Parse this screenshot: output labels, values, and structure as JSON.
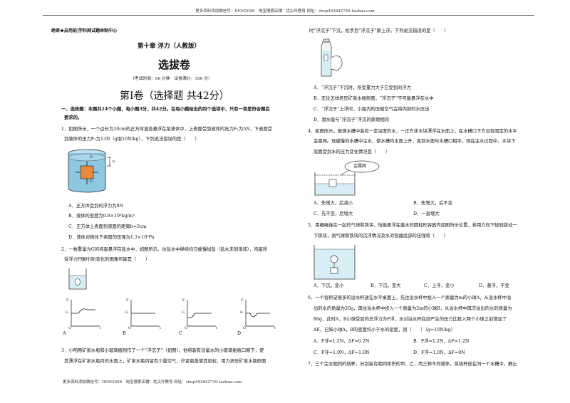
{
  "header": "更多资料添加微信号：DEM2008　淘宝搜索店铺：优尖升教育 网址：shop492842749.taobao.com",
  "footer": "更多资料添加微信号：DEM2008　淘宝搜索店铺：优尖升教育 网址：shop492842749.taobao.com",
  "left": {
    "secret": "绝密★启用前|学科网试题命制中心",
    "chapter": "第十章 浮力（人教版）",
    "paper_title": "选拔卷",
    "meta": "（考试时间：60 分钟　试卷满分：100 分）",
    "section": "第Ⅰ卷（选择题 共42分）",
    "instr1": "一、选择题：本题共14个小题，每小题3分，共42分。在每小题给出的四个选项中，只有一项是符合题目",
    "instr2": "要求的。",
    "q1_1": "1．如图所示，一个边长为10cm的正方体竖直悬浮在某液体中，上表面受到液体的压力F₁为5N，下表面受",
    "q1_2": "到液体的压力F₂为13N（g取10N/kg），下列说法错误的是（　　）",
    "q1_a": "A．正方体受到的浮力为8N",
    "q1_b": "B．液体的密度为0.8×10³kg/m³",
    "q1_c": "C．正方体上表面到液面的距离h=5cm",
    "q1_d": "D．液体对物体下表面的压强为1.3×10³Pa",
    "q2_1": "2．一枚重量为G的鸡蛋悬浮在盐水中，如图所示。往盐水中继续均匀缓慢加盐（盐水未到饱和），鸡蛋所",
    "q2_2": "受浮力F随时间t变化的图像可能是（　　）",
    "q2_opts": [
      "A",
      "B",
      "C",
      "D"
    ],
    "axis_f": "F",
    "axis_g": "G",
    "axis_o": "O",
    "axis_t": "t",
    "q3_1": "3．小明用矿泉水瓶和小玻璃瓶制作了一个“浮沉子”（如图），他将装有适量水的小玻璃瓶瓶口朝下，使",
    "q3_2": "其漂浮在矿泉水瓶内的水面上，矿泉水瓶内留有少量空气，拧紧瓶盖使其密封，用力挤压矿泉水瓶侧面"
  },
  "right": {
    "q3_3": "时“浮沉子”下沉，松手后“浮沉子”即上浮。下列说法错误的是（　　）",
    "q3_a": "A．“浮沉子”下沉时，所受重力大于它受到的浮力",
    "q3_b": "B．无论怎样挤压矿泉水瓶侧面，“浮沉子”不可能悬浮在水中",
    "q3_c": "C．“浮沉子”上浮时，小瓶内的压缩空气会将内部的水压出",
    "q3_d": "D．潜水艇与“浮沉子”浮沉的原理相同",
    "q4_1": "4．如图所示，玻璃水槽中装有一定深度的水，一正方体木块漂浮在水面上，在水槽口下方设有固定的水平",
    "q4_2": "金属网。现缓慢向水槽中注水，使水槽内水面上升，直到水面与水槽口相平。则在注水过程中，木块下",
    "q4_3": "底面受到水的压力变化情况是（　　）",
    "q4_label": "金属网",
    "q4_a": "A．先增大，后减小",
    "q4_b": "B．先增大，后不变",
    "q4_c": "C．先不变，后增大",
    "q4_d": "D．一直增大",
    "q5_1": "5．用细绳连在一起的气球和铁块，恰能悬浮在盛水的圆柱形容器内如图所示位置，若用力向下轻轻拨动一",
    "q5_2": "下铁块，则气球和铁块的沉浮情况及水对容器底部的压强将（　　）",
    "q5_a": "A．下沉，变小",
    "q5_b": "B．下沉，变大",
    "q5_c": "C．上浮，变小",
    "q5_d": "D．悬浮，不变",
    "q6_1": "6．一个容积足够多的溢水杯放在水平桌面上，先往溢水杯中投入一个质量为m的小球A，从溢水杯中溢",
    "q6_2": "出的水的质量为20g，再往溢水杯中投入一个质量为2m的小球B，从溢水杯中再次溢出的水的质量为",
    "q6_3": "80g，此时A，B小球受到的总浮力为F浮，水对溢水杯底部产生的压力比投入两个小球之前增加了",
    "q6_4": "ΔF，已知小球A，B的密度均小于水的密度，则（　　）（g=10N/kg）",
    "q6_a": "A．F浮=1.2N，ΔF=0.2N",
    "q6_b": "B．F浮=1.2N，ΔF=1.2N",
    "q6_c": "C．F浮=1.0N，ΔF=1.0N",
    "q6_d": "D．F浮=1.0N，ΔF=0N",
    "q7_1": "7．三个完全相同的烧杯，分别装有相同体积的甲、乙、丙三种不同液体，将烧杯放在同一个水槽中，静止"
  },
  "q1_fig": {
    "f1": "F₁",
    "f2": "F₂",
    "h": "h"
  }
}
